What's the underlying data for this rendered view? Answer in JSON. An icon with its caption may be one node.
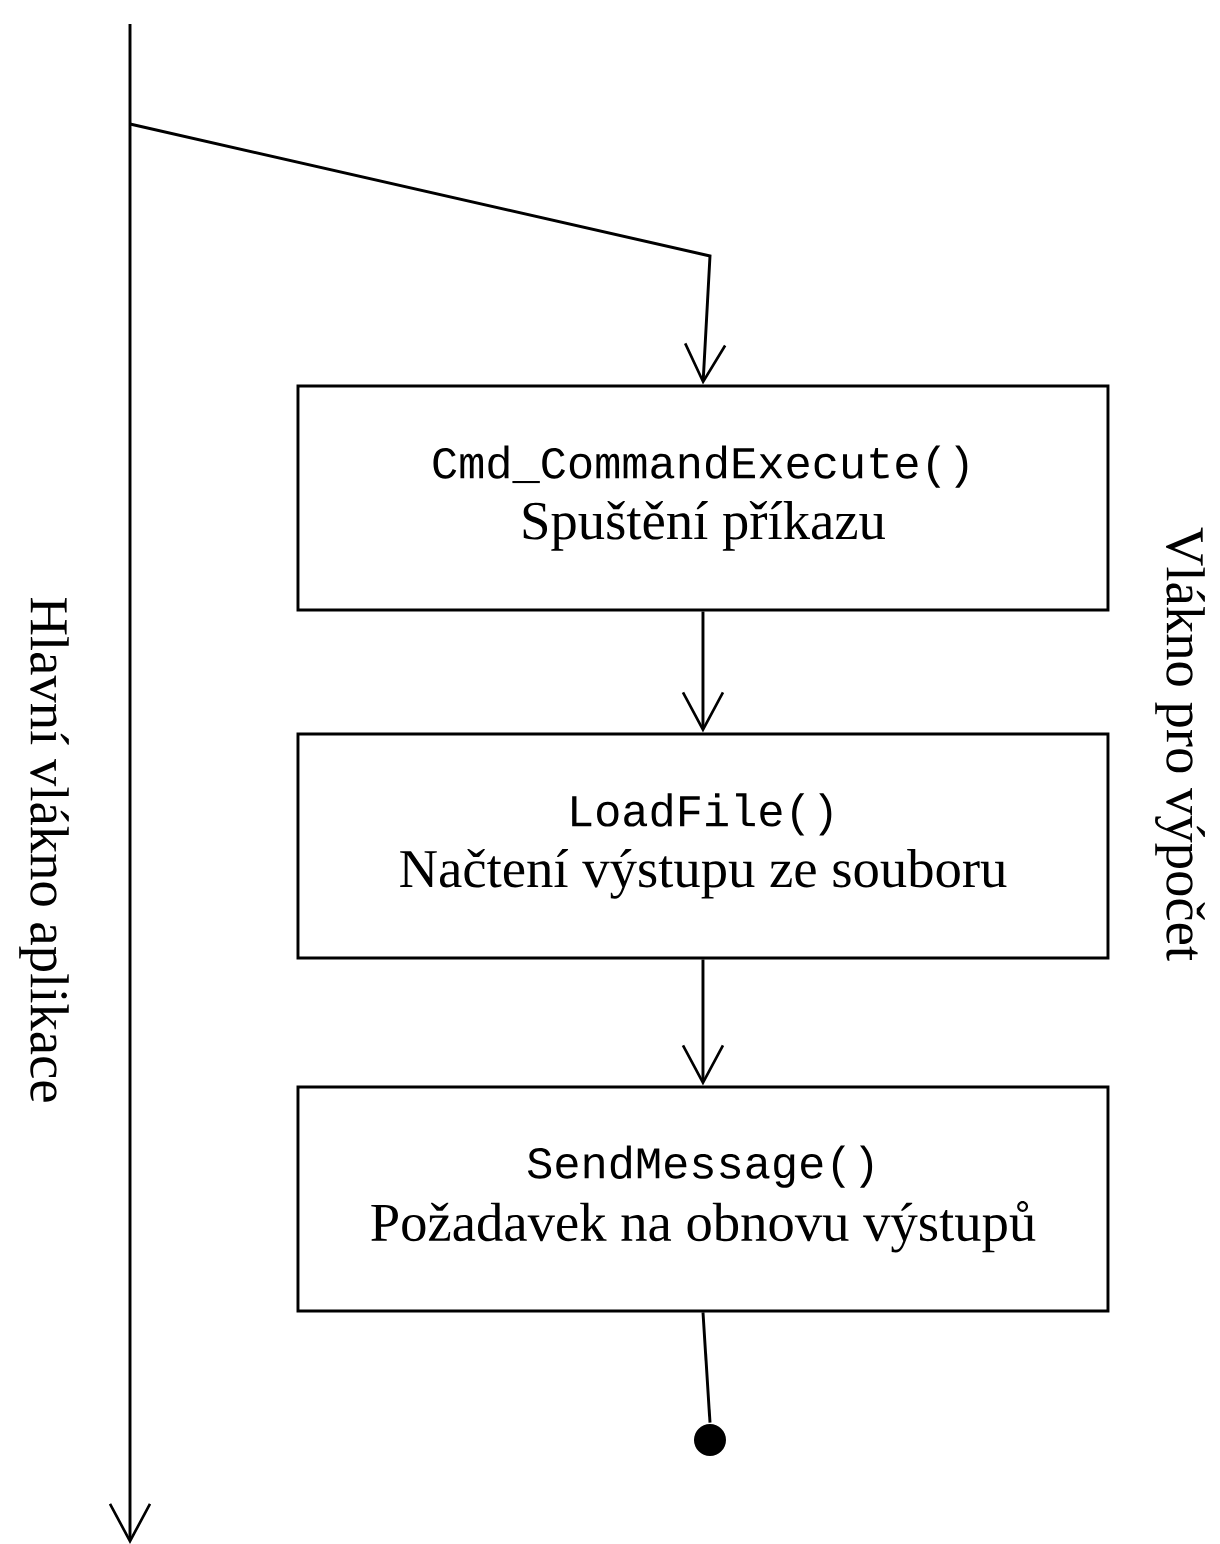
{
  "diagram": {
    "nodes": [
      {
        "text": [
          "Cmd_CommandExecute()",
          "Spuštění příkazu"
        ]
      },
      {
        "text": [
          "LoadFile()",
          "Načtení výstupu ze souboru"
        ]
      },
      {
        "text": [
          "SendMessage()",
          "Požadavek na obnovu výstupů"
        ]
      },
      {
        "text": [],
        "shape": "circle"
      }
    ],
    "edges": [
      {
        "from": null,
        "to": 0,
        "arrow": "to"
      },
      {
        "from": 0,
        "to": 1,
        "arrow": "to"
      },
      {
        "from": 1,
        "to": 2,
        "arrow": "to"
      },
      {
        "from": 2,
        "to": 3,
        "arrow": "none"
      }
    ],
    "labels": [
      "Hlavní vlákno aplikace",
      "Vlákno pro výpočet"
    ]
  }
}
